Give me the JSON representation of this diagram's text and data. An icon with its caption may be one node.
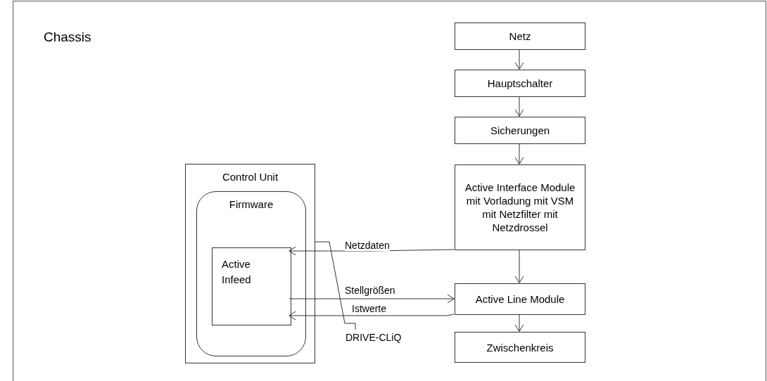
{
  "diagram": {
    "nodes": [
      {
        "text": [
          "Chassis"
        ]
      },
      {
        "text": [
          "Netz"
        ],
        "in": 0
      },
      {
        "text": [
          "Hauptschalter"
        ],
        "in": 0
      },
      {
        "text": [
          "Sicherungen"
        ],
        "in": 0
      },
      {
        "text": [
          "Active Interface Module mit Vorladung mit VSM mit Netzfilter mit Netzdrossel"
        ],
        "in": 0
      },
      {
        "text": [
          "Active Line Module"
        ],
        "in": 0
      },
      {
        "text": [
          "Zwischenkreis"
        ],
        "in": 0
      },
      {
        "text": [
          "Control Unit"
        ],
        "in": 0
      },
      {
        "text": [
          "Firmware"
        ],
        "in": 7
      },
      {
        "text": [
          "Active Infeed"
        ],
        "in": 8
      },
      {
        "text": [
          "DRIVE-CLiQ"
        ],
        "in": 0
      }
    ],
    "edges": [
      {
        "from": 1,
        "to": 2,
        "arrow": "to"
      },
      {
        "from": 2,
        "to": 3,
        "arrow": "to"
      },
      {
        "from": 3,
        "to": 4,
        "arrow": "to"
      },
      {
        "from": 4,
        "to": 5,
        "arrow": "to"
      },
      {
        "from": 5,
        "to": 6,
        "arrow": "to"
      },
      {
        "from": 4,
        "to": 9,
        "arrow": "to",
        "label": "Netzdaten"
      },
      {
        "from": 9,
        "to": 5,
        "arrow": "to",
        "label": "Stellgrößen"
      },
      {
        "from": 5,
        "to": 9,
        "arrow": "to",
        "label": "Istwerte"
      },
      {
        "from": 10,
        "to": 7,
        "arrow": "none"
      }
    ]
  }
}
